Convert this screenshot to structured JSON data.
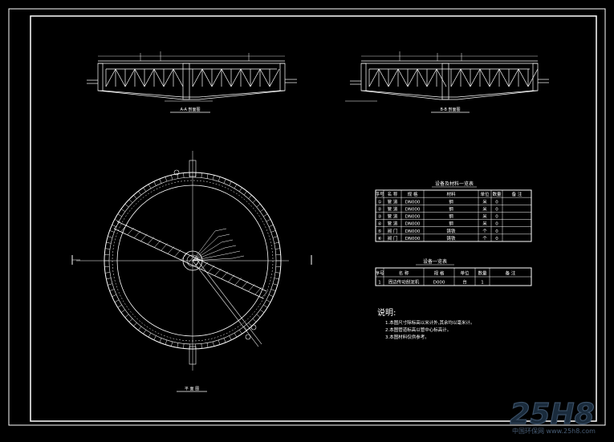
{
  "drawing": {
    "section_1_title": "A-A 剖面图",
    "section_2_title": "B-B 剖面图",
    "plan_title": "平 面 图",
    "colors": {
      "background": "#000000",
      "line": "#ffffff",
      "dim": "#cfcfcf"
    }
  },
  "table1": {
    "title": "设备及材料一览表",
    "headers": [
      "序号",
      "名 称",
      "规 格",
      "材料",
      "单位",
      "数量",
      "备 注"
    ],
    "rows": [
      [
        "①",
        "管 道",
        "DN000",
        "钢",
        "米",
        "0",
        ""
      ],
      [
        "②",
        "管 道",
        "DN000",
        "钢",
        "米",
        "0",
        ""
      ],
      [
        "③",
        "管 道",
        "DN000",
        "钢",
        "米",
        "0",
        ""
      ],
      [
        "④",
        "管 道",
        "DN000",
        "钢",
        "米",
        "0",
        ""
      ],
      [
        "⑤",
        "阀 门",
        "DN000",
        "铸铁",
        "个",
        "0",
        ""
      ],
      [
        "⑥",
        "阀 门",
        "DN000",
        "铸铁",
        "个",
        "0",
        ""
      ]
    ]
  },
  "table2": {
    "title": "设备一览表",
    "headers": [
      "序号",
      "名 称",
      "规 格",
      "单位",
      "数量",
      "备 注"
    ],
    "rows": [
      [
        "1",
        "周边传动刮泥机",
        "D000",
        "台",
        "1",
        ""
      ]
    ]
  },
  "notes": {
    "heading": "说明:",
    "items": [
      "1.本图尺寸除标高以米计外,其余均以毫米计。",
      "2.本图管道标高以管中心标高计。",
      "3.本图材料仅供参考。"
    ]
  },
  "watermark": {
    "logo": "25H8",
    "caption": "中国环保网 www.25h8.com"
  }
}
